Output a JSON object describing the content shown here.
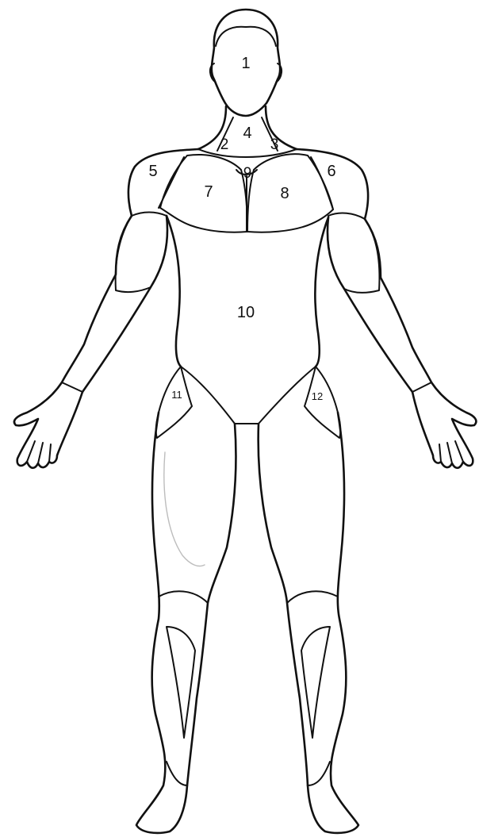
{
  "labels": {
    "r1": "1",
    "r2": "2",
    "r3": "3",
    "r4": "4",
    "r5": "5",
    "r6": "6",
    "r7": "7",
    "r8": "8",
    "r9": "9",
    "r10": "10",
    "r11": "11",
    "r12": "12"
  },
  "colors": {
    "line": "#111111",
    "background": "#ffffff"
  }
}
